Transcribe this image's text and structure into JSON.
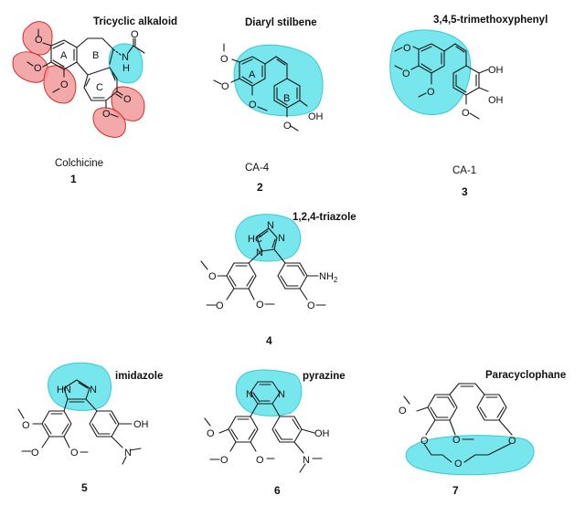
{
  "figure": {
    "highlight_colors": {
      "pharmacophore": "#5fe3ea",
      "methoxy_carbonyl": "#f19a9a",
      "outline_red": "#d62b2b",
      "outline_cyan": "#35c9d3"
    },
    "compounds": [
      {
        "id": "1",
        "name": "Colchicine",
        "title": "Tricyclic alkaloid",
        "ring_labels": [
          "A",
          "B",
          "C"
        ],
        "atoms": {
          "o": "O",
          "n": "N",
          "h": "H"
        }
      },
      {
        "id": "2",
        "name": "CA-4",
        "title": "Diaryl stilbene",
        "ring_labels": [
          "A",
          "B"
        ],
        "atoms": {
          "o": "O",
          "oh": "OH"
        }
      },
      {
        "id": "3",
        "name": "CA-1",
        "title": "3,4,5-trimethoxyphenyl",
        "atoms": {
          "o": "O",
          "oh": "OH"
        }
      },
      {
        "id": "4",
        "name": "",
        "title": "1,2,4-triazole",
        "atoms": {
          "o": "O",
          "n": "N",
          "hc": "HC",
          "nh2": "NH",
          "sub2": "2"
        }
      },
      {
        "id": "5",
        "name": "",
        "title": "imidazole",
        "atoms": {
          "o": "O",
          "n": "N",
          "hn": "HN",
          "oh": "OH"
        }
      },
      {
        "id": "6",
        "name": "",
        "title": "pyrazine",
        "atoms": {
          "o": "O",
          "n": "N",
          "oh": "OH"
        }
      },
      {
        "id": "7",
        "name": "",
        "title": "Paracyclophane",
        "atoms": {
          "o": "O"
        }
      }
    ]
  }
}
